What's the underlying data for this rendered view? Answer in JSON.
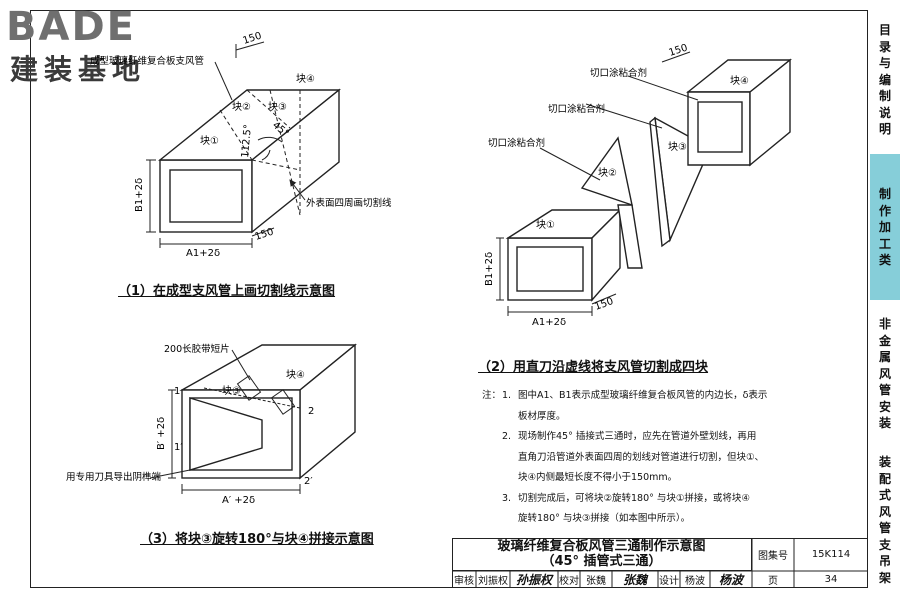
{
  "logo": {
    "latin": "BADE",
    "cjk": "建装基地"
  },
  "fig1": {
    "caption": "（1）在成型支风管上画切割线示意图",
    "label_duct": "成型玻璃纤维复合板支风管",
    "label_outer": "外表面四周画切割线",
    "dim_150_top": "150",
    "dim_150_bottom": "150",
    "angle_1125": "112.5°",
    "angle_45": "45°",
    "height_dim": "B1+2δ",
    "width_dim": "A1+2δ",
    "blocks": [
      "块①",
      "块②",
      "块③",
      "块④"
    ]
  },
  "fig2": {
    "caption": "（2）用直刀沿虚线将支风管切割成四块",
    "glue_1": "切口涂粘合剂",
    "glue_2": "切口涂粘合剂",
    "glue_3": "切口涂粘合剂",
    "dim_150_top": "150",
    "dim_150_bottom": "150",
    "height_dim": "B1+2δ",
    "width_dim": "A1+2δ",
    "blocks": [
      "块①",
      "块②",
      "块③",
      "块④"
    ]
  },
  "fig3": {
    "caption": "（3）将块③旋转180°与块④拼接示意图",
    "tape_label": "200长胶带短片",
    "tool_label": "用专用刀具导出阴榫端",
    "height_dim": "B′ +2δ",
    "width_dim": "A′ +2δ",
    "blocks": [
      "块③",
      "块④"
    ],
    "points": [
      "1",
      "2",
      "1′",
      "2′"
    ]
  },
  "notes": {
    "lead": "注：",
    "items": [
      {
        "num": "1.",
        "lines": [
          "图中A1、B1表示成型玻璃纤维复合板风管的内边长，δ表示",
          "板材厚度。"
        ]
      },
      {
        "num": "2.",
        "lines": [
          "现场制作45° 插接式三通时，应先在管道外壁划线，再用",
          "直角刀沿管道外表面四周的划线对管道进行切割，但块①、",
          "块④内侧最短长度不得小于150mm。"
        ]
      },
      {
        "num": "3.",
        "lines": [
          "切割完成后，可将块②旋转180° 与块①拼接，或将块④",
          "旋转180° 与块③拼接（如本图中所示）。"
        ]
      }
    ]
  },
  "titleblock": {
    "title_line1": "玻璃纤维复合板风管三通制作示意图",
    "title_line2": "（45° 插管式三通）",
    "atlas_label": "图集号",
    "atlas_value": "15K114",
    "page_label": "页",
    "page_value": "34",
    "review_label": "审核",
    "reviewer": "刘振权",
    "reviewer_sig": "孙振权",
    "check_label": "校对",
    "checker": "张魏",
    "checker_sig": "张魏",
    "design_label": "设计",
    "designer": "杨波",
    "designer_sig": "杨波"
  },
  "sidebar": [
    {
      "label": "目录与编制说明",
      "active": false
    },
    {
      "label": "制作加工类",
      "active": true
    },
    {
      "label": "非金属风管安装",
      "active": false
    },
    {
      "label": "装配式风管支吊架",
      "active": false
    }
  ],
  "colors": {
    "sidebar_active": "#86ced9",
    "line": "#222222",
    "logo_gray": "#6f6f6f"
  }
}
